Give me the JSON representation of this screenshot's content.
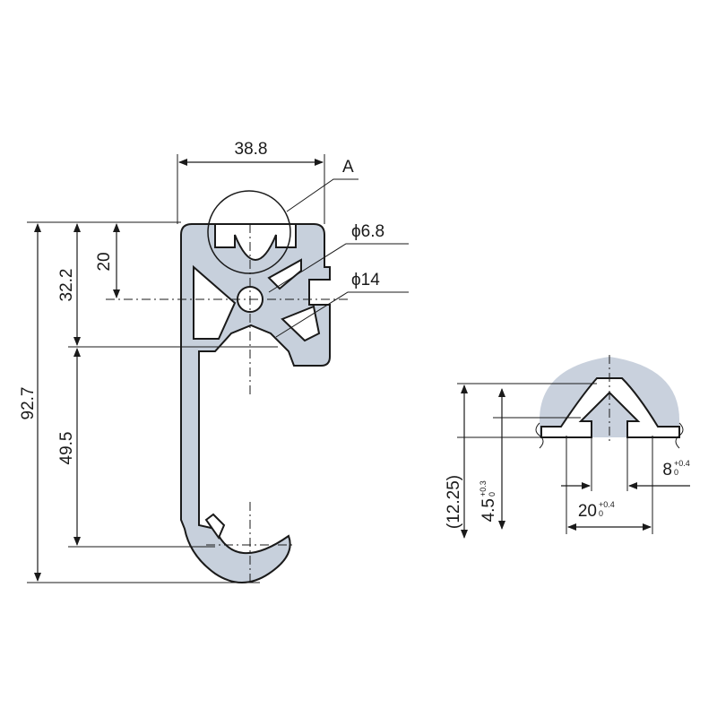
{
  "colors": {
    "profile_fill": "#c7d0dc",
    "slot_area": "#c9d1dd",
    "line": "#1a1a1a"
  },
  "profile": {
    "width": "38.8",
    "height_total": "92.7",
    "height_upper": "32.2",
    "height_lower": "49.5",
    "slot_center": "20",
    "detail_label": "A",
    "bore_small": "ϕ6.8",
    "bore_large": "ϕ14"
  },
  "detail": {
    "depth": "(12.25)",
    "neck_depth_base": "4.5",
    "neck_depth_tol_upper": "+0.3",
    "neck_depth_tol_lower": "0",
    "inner_width_base": "20",
    "inner_width_tol_upper": "+0.4",
    "inner_width_tol_lower": "0",
    "opening_base": "8",
    "opening_tol_upper": "+0.4",
    "opening_tol_lower": "0"
  }
}
